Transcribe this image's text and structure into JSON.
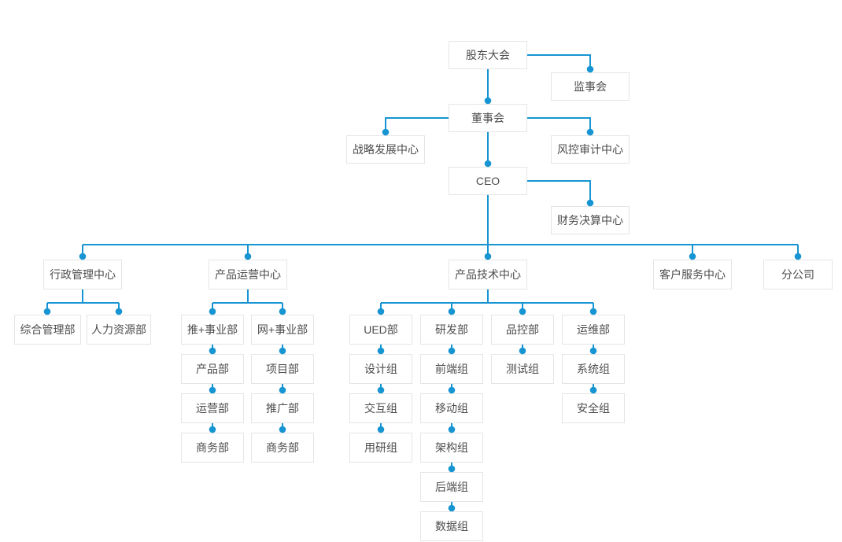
{
  "colors": {
    "accent": "#1795d2",
    "box_border": "#e5e5e5",
    "box_background": "#ffffff",
    "text": "#4d4d4d",
    "page_background": "#ffffff"
  },
  "nodes": {
    "shareholders_meeting": {
      "label": "股东大会"
    },
    "supervisory_board": {
      "label": "监事会"
    },
    "board_of_directors": {
      "label": "董事会"
    },
    "strategy_center": {
      "label": "战略发展中心"
    },
    "risk_audit_center": {
      "label": "风控审计中心"
    },
    "ceo": {
      "label": "CEO"
    },
    "finance_center": {
      "label": "财务决算中心"
    },
    "admin_center": {
      "label": "行政管理中心"
    },
    "product_ops_center": {
      "label": "产品运营中心"
    },
    "product_tech_center": {
      "label": "产品技术中心"
    },
    "customer_service_center": {
      "label": "客户服务中心"
    },
    "branch_company": {
      "label": "分公司"
    },
    "general_mgmt_dept": {
      "label": "综合管理部"
    },
    "hr_dept": {
      "label": "人力资源部"
    },
    "tui_division": {
      "label": "推+事业部"
    },
    "wang_division": {
      "label": "网+事业部"
    },
    "ued_dept": {
      "label": "UED部"
    },
    "rd_dept": {
      "label": "研发部"
    },
    "qc_dept": {
      "label": "品控部"
    },
    "ops_dept": {
      "label": "运维部"
    },
    "product_dept": {
      "label": "产品部"
    },
    "project_dept": {
      "label": "项目部"
    },
    "design_team": {
      "label": "设计组"
    },
    "frontend_team": {
      "label": "前端组"
    },
    "testing_team": {
      "label": "测试组"
    },
    "system_team": {
      "label": "系统组"
    },
    "operation_dept": {
      "label": "运营部"
    },
    "promotion_dept": {
      "label": "推广部"
    },
    "interaction_team": {
      "label": "交互组"
    },
    "mobile_team": {
      "label": "移动组"
    },
    "security_team": {
      "label": "安全组"
    },
    "business_dept_tui": {
      "label": "商务部"
    },
    "business_dept_wang": {
      "label": "商务部"
    },
    "user_research_team": {
      "label": "用研组"
    },
    "architecture_team": {
      "label": "架构组"
    },
    "backend_team": {
      "label": "后端组"
    },
    "data_team": {
      "label": "数据组"
    }
  },
  "edges": [
    {
      "from": "shareholders_meeting",
      "to": "supervisory_board"
    },
    {
      "from": "shareholders_meeting",
      "to": "board_of_directors"
    },
    {
      "from": "board_of_directors",
      "to": "strategy_center"
    },
    {
      "from": "board_of_directors",
      "to": "risk_audit_center"
    },
    {
      "from": "board_of_directors",
      "to": "ceo"
    },
    {
      "from": "ceo",
      "to": "finance_center"
    },
    {
      "from": "ceo",
      "to": "admin_center"
    },
    {
      "from": "ceo",
      "to": "product_ops_center"
    },
    {
      "from": "ceo",
      "to": "product_tech_center"
    },
    {
      "from": "ceo",
      "to": "customer_service_center"
    },
    {
      "from": "ceo",
      "to": "branch_company"
    },
    {
      "from": "admin_center",
      "to": "general_mgmt_dept"
    },
    {
      "from": "admin_center",
      "to": "hr_dept"
    },
    {
      "from": "product_ops_center",
      "to": "tui_division"
    },
    {
      "from": "product_ops_center",
      "to": "wang_division"
    },
    {
      "from": "tui_division",
      "to": "product_dept"
    },
    {
      "from": "product_dept",
      "to": "operation_dept"
    },
    {
      "from": "operation_dept",
      "to": "business_dept_tui"
    },
    {
      "from": "wang_division",
      "to": "project_dept"
    },
    {
      "from": "project_dept",
      "to": "promotion_dept"
    },
    {
      "from": "promotion_dept",
      "to": "business_dept_wang"
    },
    {
      "from": "product_tech_center",
      "to": "ued_dept"
    },
    {
      "from": "product_tech_center",
      "to": "rd_dept"
    },
    {
      "from": "product_tech_center",
      "to": "qc_dept"
    },
    {
      "from": "product_tech_center",
      "to": "ops_dept"
    },
    {
      "from": "ued_dept",
      "to": "design_team"
    },
    {
      "from": "design_team",
      "to": "interaction_team"
    },
    {
      "from": "interaction_team",
      "to": "user_research_team"
    },
    {
      "from": "rd_dept",
      "to": "frontend_team"
    },
    {
      "from": "frontend_team",
      "to": "mobile_team"
    },
    {
      "from": "mobile_team",
      "to": "architecture_team"
    },
    {
      "from": "architecture_team",
      "to": "backend_team"
    },
    {
      "from": "backend_team",
      "to": "data_team"
    },
    {
      "from": "qc_dept",
      "to": "testing_team"
    },
    {
      "from": "ops_dept",
      "to": "system_team"
    },
    {
      "from": "system_team",
      "to": "security_team"
    }
  ]
}
